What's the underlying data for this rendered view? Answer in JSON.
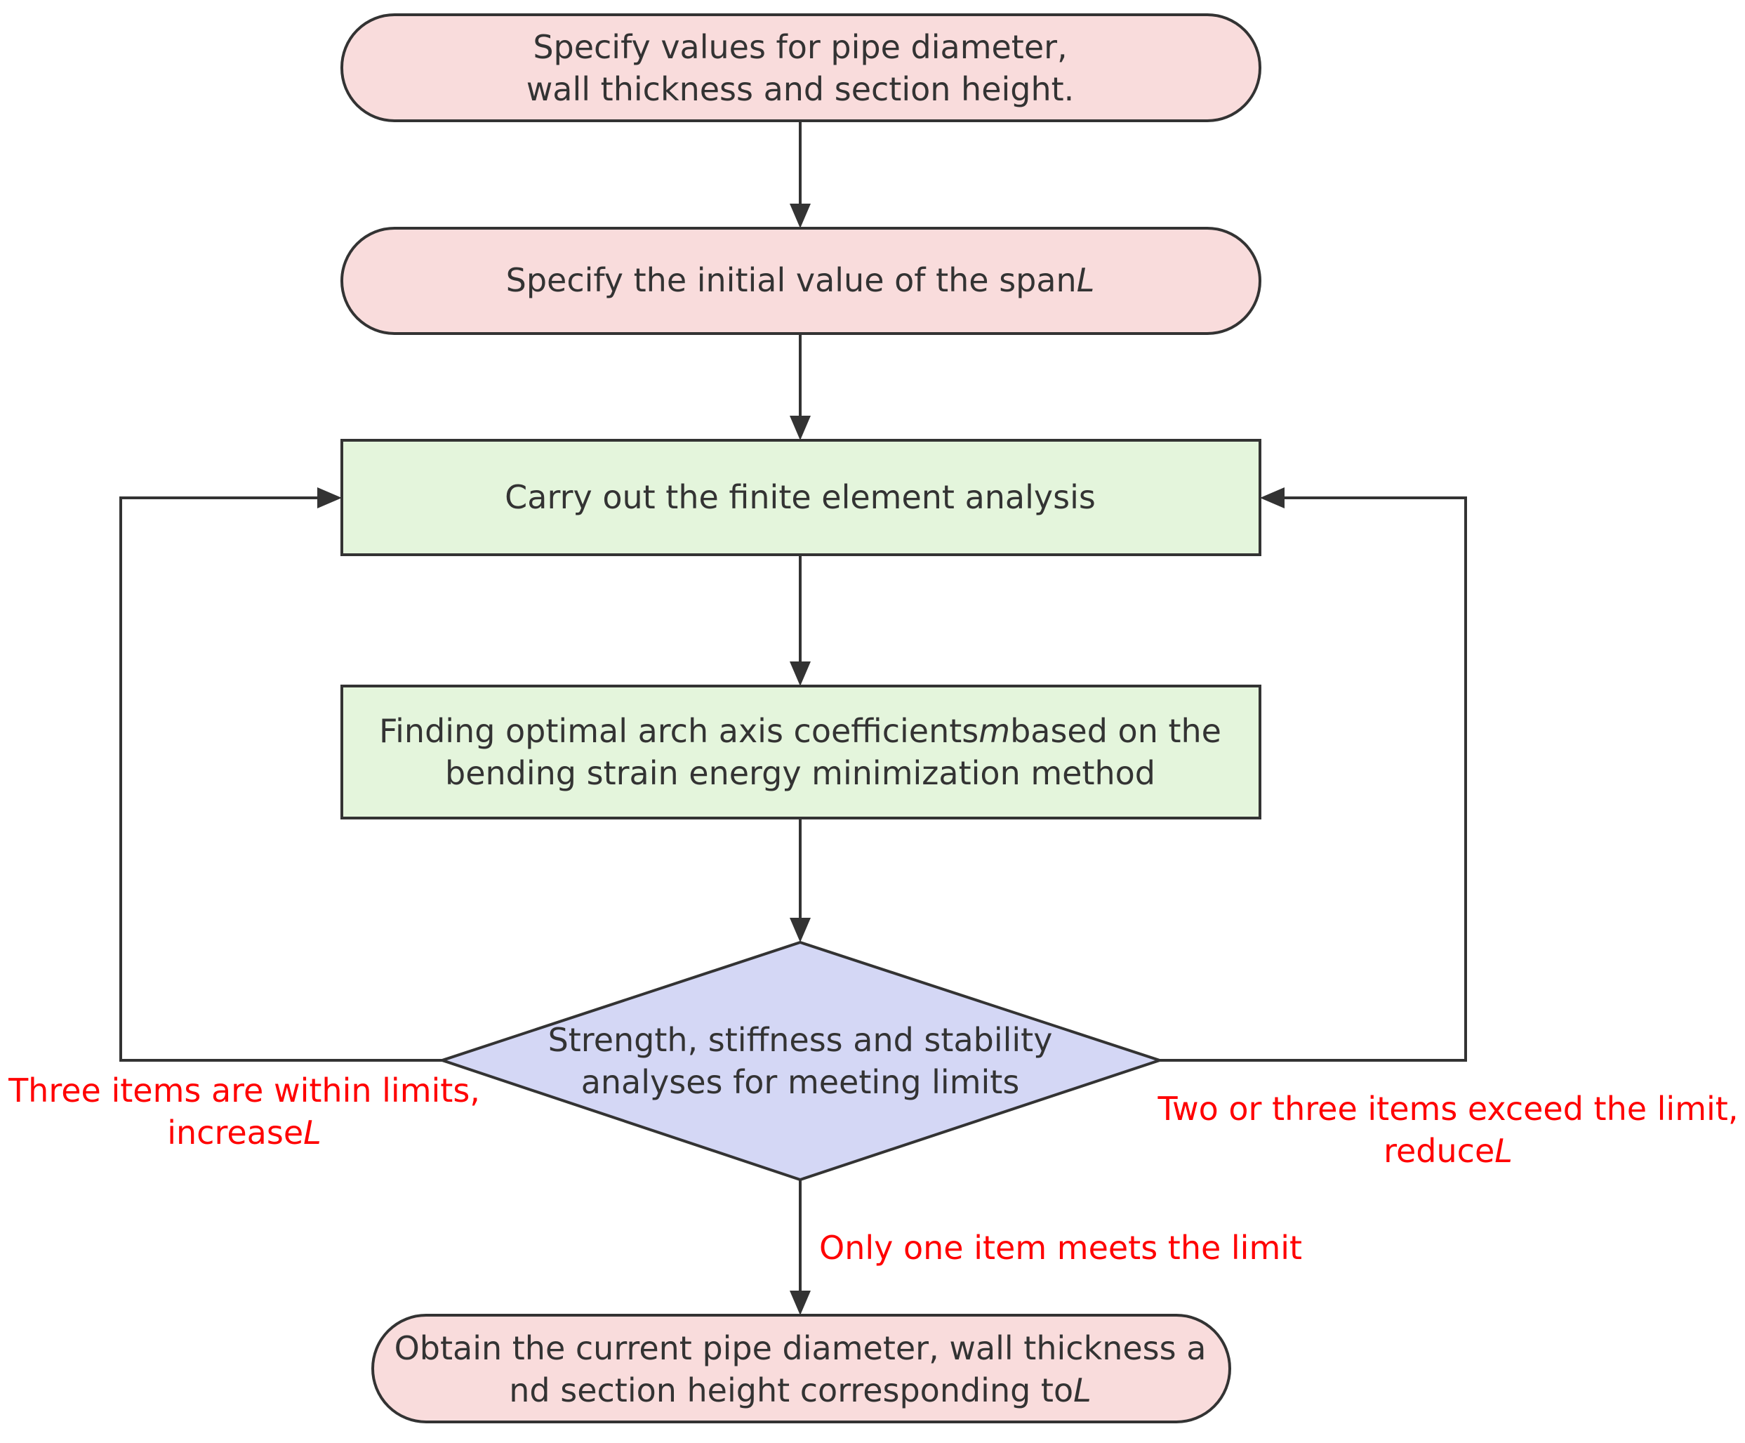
{
  "colors": {
    "terminal_fill": "#f9dcdc",
    "process_fill": "#e4f5dc",
    "decision_fill": "#d4d7f5",
    "stroke": "#333333",
    "edge_label": "#ff0000",
    "node_text": "#333333"
  },
  "nodes": {
    "start": {
      "line1": "Specify values for pipe diameter,",
      "line2": "wall thickness and section height."
    },
    "span": {
      "text": "Specify the initial value of the span",
      "var": "L"
    },
    "fea": {
      "text": "Carry out the finite element analysis"
    },
    "optimize": {
      "line1_pre": "Finding optimal arch axis coefficients",
      "line1_var": "m",
      "line1_post": "based on the",
      "line2": "bending strain energy minimization method"
    },
    "decision": {
      "line1": "Strength, stiffness and stability",
      "line2": "analyses for meeting limits"
    },
    "result": {
      "line1": "Obtain the current pipe diameter, wall thickness a",
      "line2_pre": "nd section height corresponding to",
      "line2_var": "L"
    }
  },
  "edges": {
    "left": {
      "line1": "Three items are within limits,",
      "line2_pre": "increase",
      "line2_var": "L"
    },
    "right": {
      "line1": "Two or three items exceed the limit,",
      "line2_pre": "reduce",
      "line2_var": "L"
    },
    "down": {
      "text": "Only one item meets the limit"
    }
  }
}
